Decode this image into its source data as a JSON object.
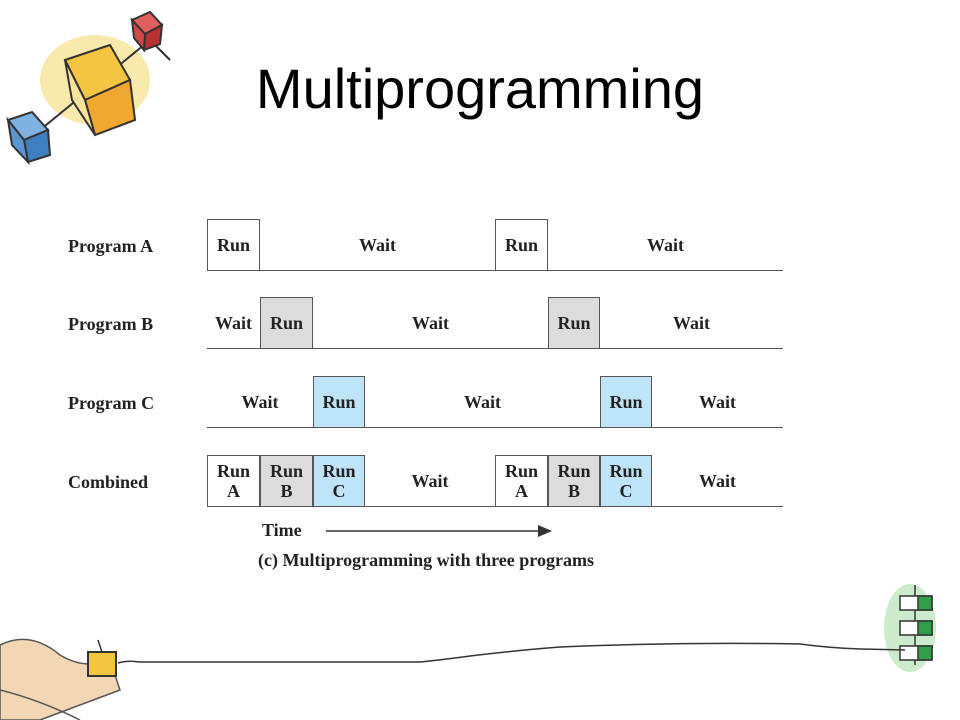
{
  "title": "Multiprogramming",
  "colors": {
    "program_a": "#ffffff",
    "program_b": "#dcdcdc",
    "program_c": "#bfe3f7",
    "outline": "#555555"
  },
  "rows": [
    {
      "label": "Program A",
      "segments": [
        "Run",
        "Wait",
        "Run",
        "Wait"
      ]
    },
    {
      "label": "Program B",
      "segments": [
        "Wait",
        "Run",
        "Wait",
        "Run",
        "Wait"
      ]
    },
    {
      "label": "Program C",
      "segments": [
        "Wait",
        "Run",
        "Wait",
        "Run",
        "Wait"
      ]
    },
    {
      "label": "Combined",
      "segments": [
        "Run A",
        "Run B",
        "Run C",
        "Wait",
        "Run A",
        "Run B",
        "Run C",
        "Wait"
      ]
    }
  ],
  "axis": {
    "label": "Time"
  },
  "caption": "(c) Multiprogramming with three programs",
  "decorations": [
    "cube-cluster-icon",
    "hand-holding-box-icon",
    "green-boxes-icon",
    "hand-drawn-line"
  ]
}
